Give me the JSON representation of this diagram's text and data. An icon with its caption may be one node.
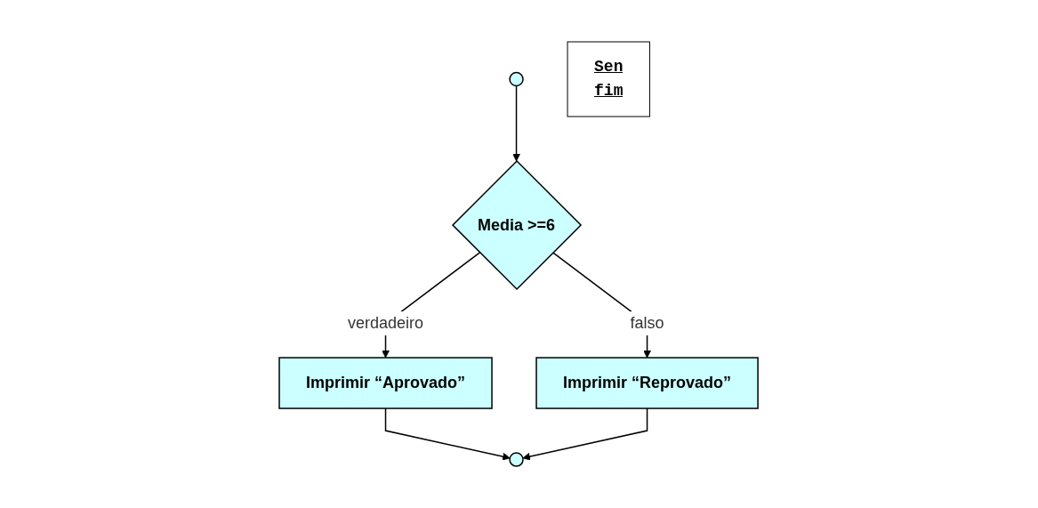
{
  "diagram": {
    "nodes": [
      {
        "text": [],
        "shape": "circle"
      },
      {
        "text": [
          "Media >=6"
        ]
      },
      {
        "text": [
          "Imprimir “Aprovado”"
        ]
      },
      {
        "text": [
          "Imprimir “Reprovado”"
        ]
      },
      {
        "text": [],
        "shape": "circle"
      },
      {
        "text": [
          "Sen",
          "fim"
        ]
      }
    ],
    "edges": [
      {
        "from": 0,
        "to": 1,
        "arrow": "to"
      },
      {
        "from": 1,
        "to": 2,
        "arrow": "to",
        "label": "verdadeiro"
      },
      {
        "from": 1,
        "to": 3,
        "arrow": "to",
        "label": "falso"
      },
      {
        "from": 2,
        "to": 4,
        "arrow": "to"
      },
      {
        "from": 3,
        "to": 4,
        "arrow": "to"
      }
    ]
  }
}
